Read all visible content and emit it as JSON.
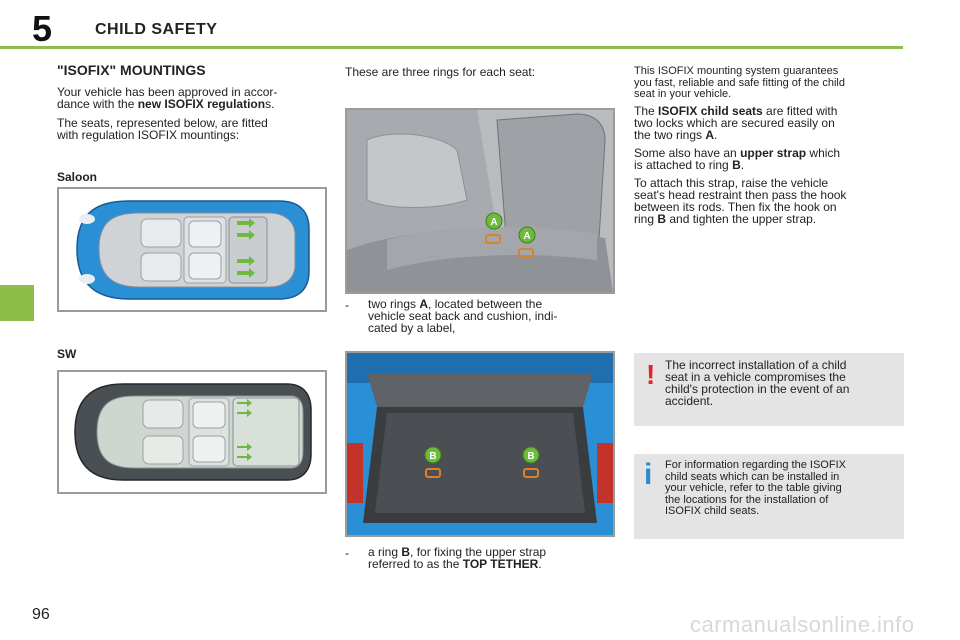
{
  "header": {
    "chapter_number": "5",
    "chapter_title": "CHILD SAFETY"
  },
  "page_number": "96",
  "watermark": "carmanualsonline.info",
  "section_title": "\"ISOFIX\" MOUNTINGS",
  "intro": {
    "p1_a": "Your vehicle has been approved in accor-",
    "p1_b": "dance with the ",
    "p1_bold": "new ISOFIX regulation",
    "p1_c": "s.",
    "p2_a": "The seats, represented below, are fitted",
    "p2_b": "with regulation ISOFIX mountings:"
  },
  "saloon_label": "Saloon",
  "sw_label": "SW",
  "middle": {
    "intro": "These are three rings for each seat:",
    "bullet_a_dash": "-",
    "bullet_a_1a": "two rings ",
    "bullet_a_1b": "A",
    "bullet_a_1c": ", located between the",
    "bullet_a_2": "vehicle seat back and cushion, indi-",
    "bullet_a_3": "cated by a label,",
    "bullet_b_dash": "-",
    "bullet_b_1a": "a ring ",
    "bullet_b_1b": "B",
    "bullet_b_1c": ", for fixing the upper strap",
    "bullet_b_2a": "referred to as the ",
    "bullet_b_2b": "TOP TETHER",
    "bullet_b_2c": ".",
    "ring_a": "A",
    "ring_b": "B"
  },
  "right": {
    "p1_l1": "This ISOFIX mounting system guarantees",
    "p1_l2": "you fast, reliable and safe fitting of the child",
    "p1_l3": "seat in your vehicle.",
    "p2_l1a": "The ",
    "p2_l1b": "ISOFIX child seats",
    "p2_l1c": " are fitted with",
    "p2_l2": "two locks which are secured easily on",
    "p2_l3a": "the two rings ",
    "p2_l3b": "A",
    "p2_l3c": ".",
    "p3_l1a": "Some also have an ",
    "p3_l1b": "upper strap",
    "p3_l1c": " which",
    "p3_l2a": "is attached to ring ",
    "p3_l2b": "B",
    "p3_l2c": ".",
    "p4_l1": "To attach this strap, raise the vehicle",
    "p4_l2": "seat's head restraint then pass the hook",
    "p4_l3": "between its rods. Then fix the hook on",
    "p4_l4a": "ring ",
    "p4_l4b": "B",
    "p4_l4c": " and tighten the upper strap."
  },
  "warning": {
    "icon": "!",
    "l1": "The incorrect installation of a child",
    "l2": "seat in a vehicle compromises the",
    "l3": "child's protection in the event of an",
    "l4": "accident."
  },
  "info": {
    "icon": "i",
    "l1": "For information regarding the ISOFIX",
    "l2": "child seats which can be installed in",
    "l3": "your vehicle, refer to the table giving",
    "l4": "the locations for the installation of",
    "l5": "ISOFIX child seats."
  },
  "colors": {
    "accent_green": "#8dbf48",
    "car_blue": "#2b8fd6",
    "warning_red": "#e3262e",
    "info_blue": "#2a8ccc",
    "note_bg": "#e4e4e4"
  }
}
